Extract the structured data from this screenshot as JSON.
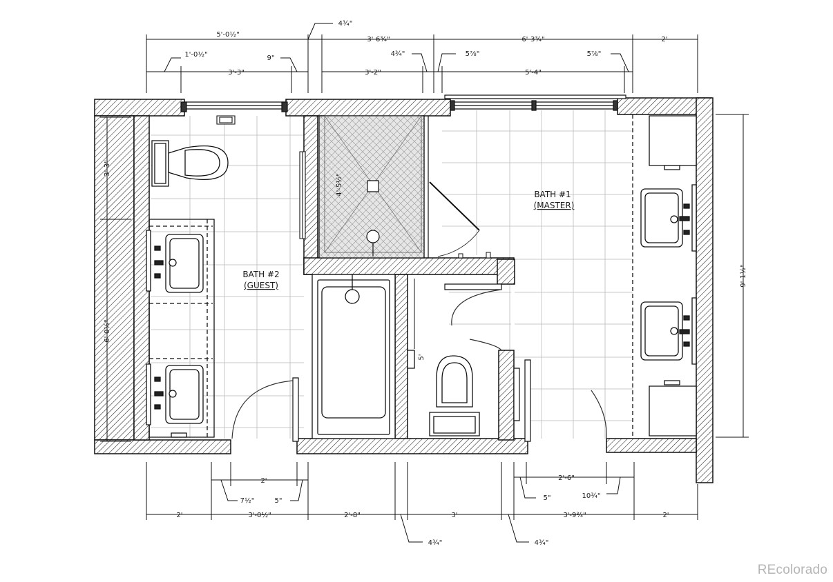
{
  "rooms": {
    "bath2_name": "BATH #2",
    "bath2_sub": "(GUEST)",
    "bath1_name": "BATH #1",
    "bath1_sub": "(MASTER)"
  },
  "dimensions": {
    "top_overall_1": "5'-0½\"",
    "top_jog": "4¾\"",
    "top_overall_2": "3'-6¾\"",
    "top_overall_3": "6'-3¾\"",
    "top_overall_4": "2'",
    "top_sub_1": "1'-0½\"",
    "top_sub_2": "9\"",
    "top_sub_3": "3'-3\"",
    "top_sub_4": "4¾\"",
    "top_sub_5": "5⅞\"",
    "top_sub_6": "3'-2\"",
    "top_sub_7": "5'-4\"",
    "top_sub_8": "5⅞\"",
    "left_upper": "3'-3\"",
    "left_lower": "6'-0½\"",
    "right_overall": "9'-1½\"",
    "shower_depth": "4'-5½\"",
    "wc_depth": "5'",
    "bot_door1_width": "2'",
    "bot_door1_left": "7½\"",
    "bot_door1_right": "5\"",
    "bot_door2_width": "2'-6\"",
    "bot_door2_left": "5\"",
    "bot_door2_right": "10¾\"",
    "bot_overall_1": "2'",
    "bot_overall_2": "3'-0½\"",
    "bot_overall_3": "2'-8\"",
    "bot_overall_4": "3'",
    "bot_overall_5": "3'-9¾\"",
    "bot_overall_6": "2'",
    "bot_wall_1": "4¾\"",
    "bot_wall_2": "4¾\""
  },
  "watermark": "REcolorado"
}
